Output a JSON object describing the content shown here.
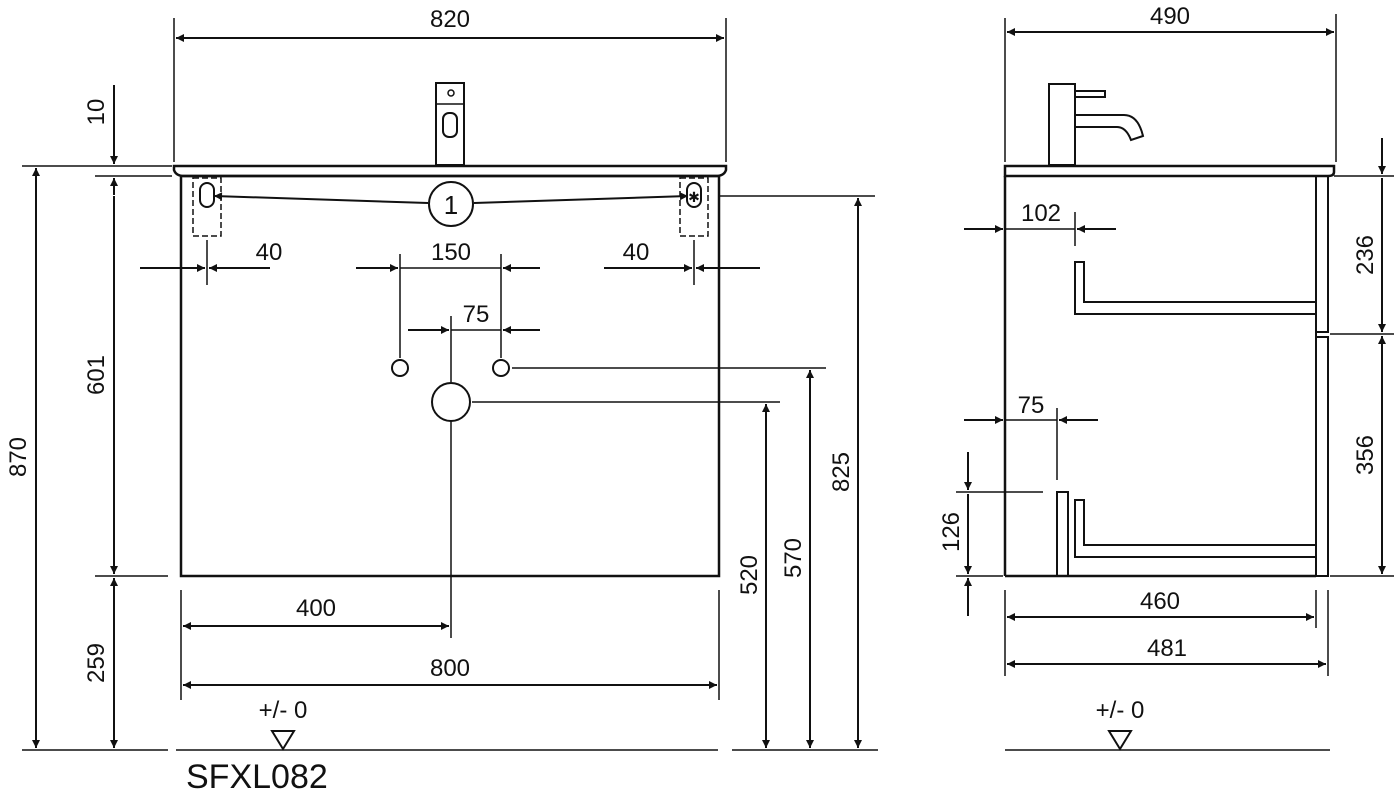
{
  "model_code": "SFXL082",
  "callout_number": "1",
  "front_view": {
    "width_top": "820",
    "top_thickness": "10",
    "total_height": "870",
    "cabinet_height": "601",
    "plinth_height": "259",
    "bracket_offset_left": "40",
    "bracket_offset_right": "40",
    "tap_hole_spacing": "150",
    "waste_offset": "75",
    "waste_from_left": "400",
    "cabinet_width": "800",
    "waste_height": "520",
    "tap_hole_height": "570",
    "bracket_height": "825",
    "floor_level": "+/- 0"
  },
  "side_view": {
    "depth_top": "490",
    "wall_distance_upper": "102",
    "wall_distance_lower": "75",
    "upper_drawer_height": "236",
    "lower_drawer_height": "356",
    "siphon_height": "126",
    "cabinet_depth": "460",
    "cabinet_depth_with_front": "481",
    "floor_level": "+/- 0"
  }
}
